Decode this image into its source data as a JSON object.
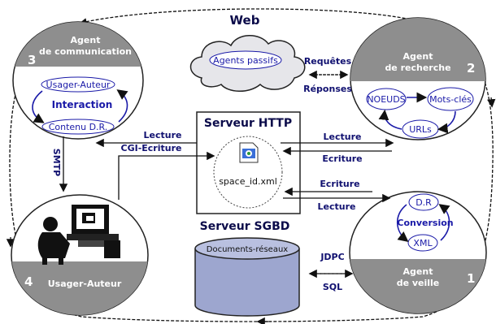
{
  "web": {
    "title": "Web",
    "cloud_label": "Agents passifs",
    "requests": "Requêtes",
    "responses": "Réponses"
  },
  "agent3": {
    "num": "3",
    "title1": "Agent",
    "title2": "de communication",
    "item_top": "Usager-Auteur",
    "item_center": "Interaction",
    "item_bottom": "Contenu D.R."
  },
  "agent2": {
    "num": "2",
    "title1": "Agent",
    "title2": "de recherche",
    "item_left": "NOEUDS",
    "item_right": "Mots-clés",
    "item_bottom": "URLs"
  },
  "agent4": {
    "num": "4",
    "title": "Usager-Auteur"
  },
  "agent1": {
    "num": "1",
    "title1": "Agent",
    "title2": "de veille",
    "item_top": "D.R",
    "item_center": "Conversion",
    "item_bottom": "XML"
  },
  "http_server": {
    "title": "Serveur HTTP",
    "file": "space_id.xml"
  },
  "sgbd_server": {
    "title": "Serveur SGBD",
    "db_label": "Documents-réseaux",
    "jdpc": "JDPC",
    "sql": "SQL"
  },
  "arrows": {
    "lecture_left": "Lecture",
    "cgi_ecriture": "CGI-Ecriture",
    "lecture_right_top": "Lecture",
    "ecriture_right_top": "Ecriture",
    "ecriture_right_bottom": "Ecriture",
    "lecture_right_bottom": "Lecture",
    "smtp": "SMTP"
  },
  "colors": {
    "agent_band": "#8e8e8e",
    "oval_blue": "#1a1aa8",
    "db_fill": "#9da6cf",
    "cloud_fill": "#e6e6ea"
  }
}
